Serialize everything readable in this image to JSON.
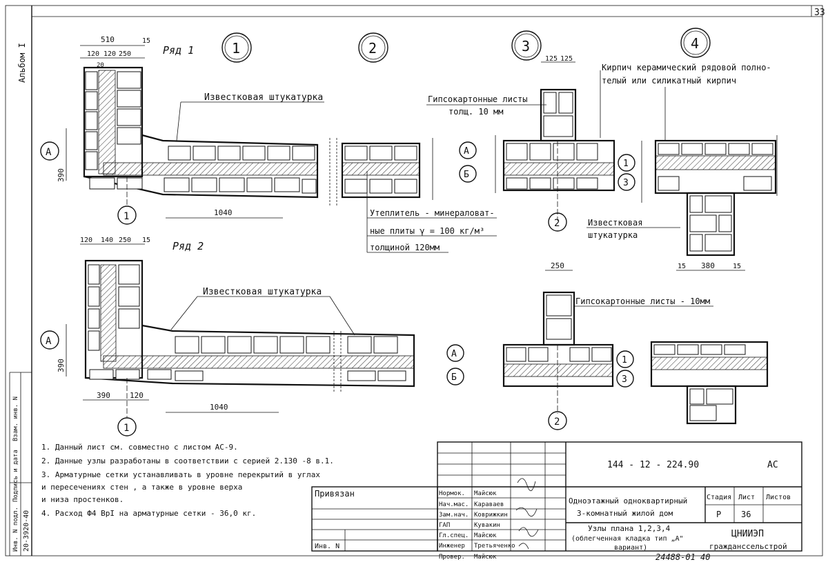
{
  "sheet_number": "33",
  "album": "Альбом I",
  "rows": {
    "row1": "Ряд 1",
    "row2": "Ряд 2"
  },
  "nodes": [
    "1",
    "2",
    "3",
    "4"
  ],
  "labels": {
    "plaster1": "Известковая штукатурка",
    "plaster2": "Известковая штукатурка",
    "gypsum1a": "Гипсокартонные листы",
    "gypsum1b": "толщ. 10 мм",
    "gypsum2": "Гипсокартонные листы - 10мм",
    "brick1": "Кирпич керамический рядовой полно-",
    "brick2": "телый или    силикатный кирпич",
    "insul1": "Утеплитель - минераловат-",
    "insul2": "ные плиты γ = 100 кг/м³",
    "insul3": "толщиной 120мм",
    "plaster3a": "Известковая",
    "plaster3b": "штукатурка"
  },
  "axes": {
    "A": "А",
    "B": "Б",
    "one": "1",
    "two": "2",
    "three": "3"
  },
  "dims": {
    "d510": "510",
    "d120a": "120",
    "d120b": "120",
    "d250a": "250",
    "d15a": "15",
    "d20": "20",
    "d120c": "120",
    "d140": "140",
    "d250b": "250",
    "d15b": "15",
    "d1040a": "1040",
    "d1040b": "1040",
    "d390a": "390",
    "d390b": "390",
    "d390c": "390",
    "d125a": "125",
    "d125b": "125",
    "d250c": "250",
    "d15c": "15",
    "d380": "380",
    "d15d": "15",
    "v120_15": "120 15",
    "v390": "390",
    "v250": "250",
    "v380": "380"
  },
  "notes": [
    "1.  Данный лист см. совместно с листом АС-9.",
    "2.  Данные узлы разработаны в соответствии с серией  2.130 -8 в.1.",
    "3.  Арматурные сетки устанавливать в уровне перекрытий в углах",
    "     и пересечениях стен , а также в уровне верха",
    "     и низа простенков.",
    "4.  Расход Ф4 ВрI на арматурные сетки  - 36,0 кг."
  ],
  "stamp": {
    "code": "144 - 12 - 224.90",
    "section": "АС",
    "privyazan": "Привязан",
    "inv": "Инв. N",
    "roles": [
      "Нормок.",
      "Нач.мас.",
      "Зам.нач.",
      "ГАП",
      "Гл.спец.",
      "Инженер",
      "Провер."
    ],
    "names": [
      "Майсюк",
      "Караваев",
      "Коврижкин",
      "Кувакин",
      "Майсюк",
      "Третьяченко",
      "Майсюк"
    ],
    "project1": "Одноэтажный одноквартирный",
    "project2": "3-комнатный жилой дом",
    "title1": "Узлы плана 1,2,3,4",
    "title2": "(облегченная кладка тип „А\"",
    "title3": "вариант)",
    "stage_h": "Стадия",
    "sheet_h": "Лист",
    "sheets_h": "Листов",
    "stage": "Р",
    "sheet": "36",
    "sheets": "",
    "org1": "ЦНИИЭП",
    "org2": "гражданссельстрой",
    "bottom_no": "24488-01  40"
  },
  "side_stamp": {
    "inv_podl": "Инв. N подл.",
    "podpis": "Подпись и дата",
    "vzam": "Взам. инв. N",
    "number": "20-3920-40"
  }
}
